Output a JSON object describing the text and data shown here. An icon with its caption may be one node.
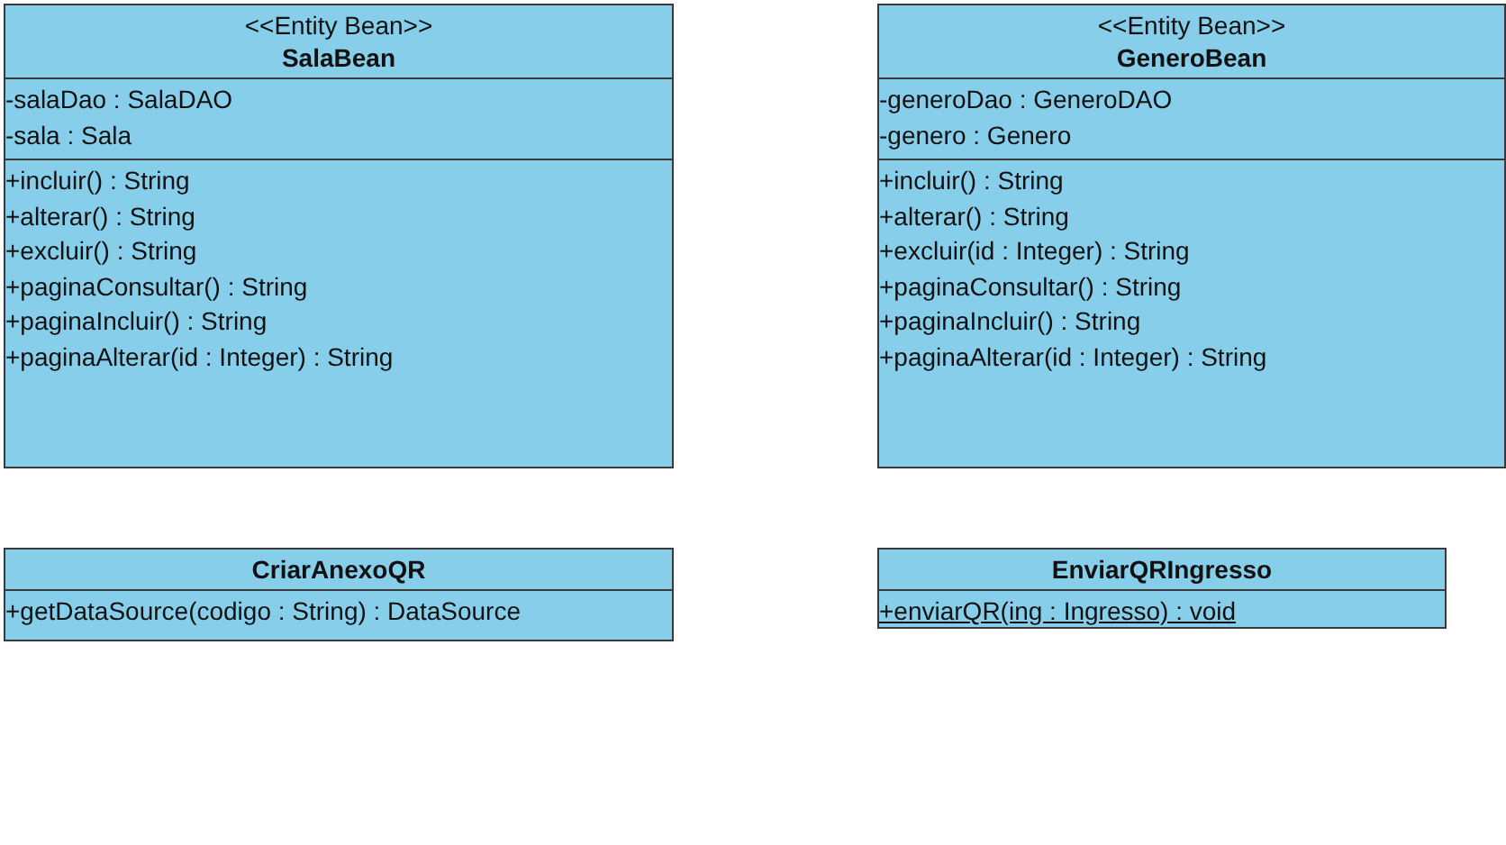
{
  "diagram": {
    "nodes": [
      {
        "text": [
          "<<Entity Bean>>",
          "SalaBean"
        ]
      },
      {
        "text": [
          "-salaDao : SalaDAO",
          "-sala : Sala"
        ],
        "in": 0
      },
      {
        "text": [
          "+incluir() : String",
          "+alterar() : String",
          "+excluir() : String",
          "+paginaConsultar() : String",
          "+paginaIncluir() : String",
          "+paginaAlterar(id : Integer) : String"
        ],
        "in": 0
      },
      {
        "text": [
          "<<Entity Bean>>",
          "GeneroBean"
        ]
      },
      {
        "text": [
          "-generoDao : GeneroDAO",
          "-genero : Genero"
        ],
        "in": 3
      },
      {
        "text": [
          "+incluir() : String",
          "+alterar() : String",
          "+excluir(id : Integer) : String",
          "+paginaConsultar() : String",
          "+paginaIncluir() : String",
          "+paginaAlterar(id : Integer) : String"
        ],
        "in": 3
      },
      {
        "text": [
          "CriarAnexoQR"
        ]
      },
      {
        "text": [
          "+getDataSource(codigo : String) : DataSource"
        ],
        "in": 6
      },
      {
        "text": [
          "EnviarQRIngresso"
        ]
      },
      {
        "text": [
          "+enviarQR(ing : Ingresso) : void"
        ],
        "in": 8
      }
    ]
  }
}
